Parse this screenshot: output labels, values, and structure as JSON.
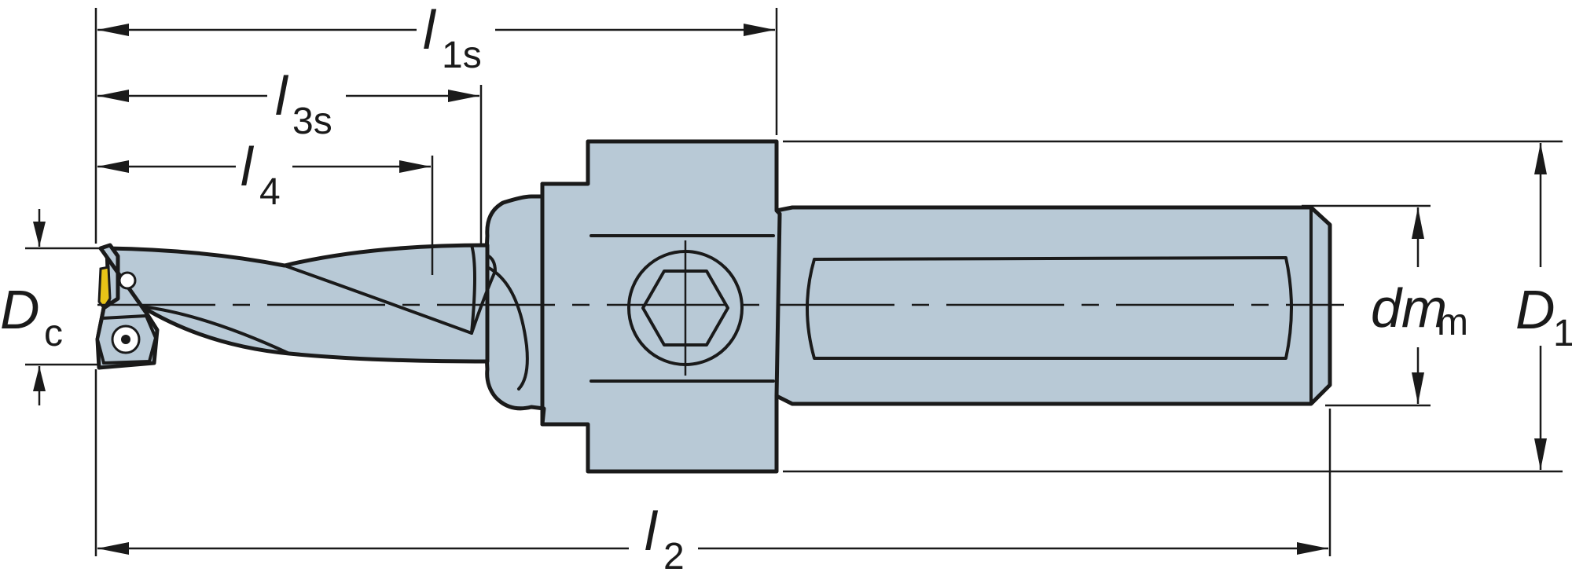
{
  "labels": {
    "l1s": {
      "main": "l",
      "sub": "1s"
    },
    "l3s": {
      "main": "l",
      "sub": "3s"
    },
    "l4": {
      "main": "l",
      "sub": "4"
    },
    "l2": {
      "main": "l",
      "sub": "2"
    },
    "dc": {
      "main": "D",
      "sub": "c"
    },
    "dmm": {
      "main": "dm",
      "sub": "m"
    },
    "d1": {
      "main": "D",
      "sub": "1"
    }
  },
  "colors": {
    "body_fill": "#b8c9d6",
    "outline": "#1a1a1a",
    "insert_yellow": "#e7c317"
  }
}
